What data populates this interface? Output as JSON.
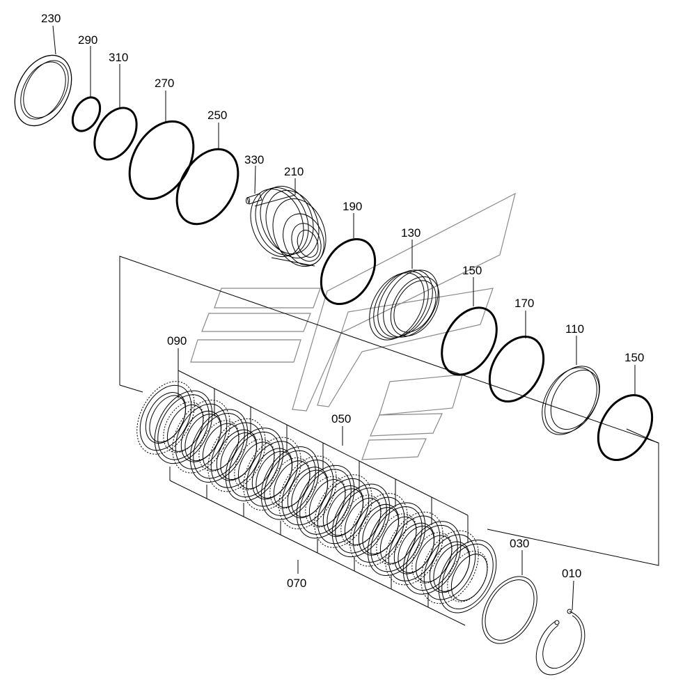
{
  "parts": [
    {
      "id": "p230",
      "label": "230"
    },
    {
      "id": "p290",
      "label": "290"
    },
    {
      "id": "p310",
      "label": "310"
    },
    {
      "id": "p270",
      "label": "270"
    },
    {
      "id": "p250",
      "label": "250"
    },
    {
      "id": "p330",
      "label": "330"
    },
    {
      "id": "p210",
      "label": "210"
    },
    {
      "id": "p190",
      "label": "190"
    },
    {
      "id": "p130",
      "label": "130"
    },
    {
      "id": "p150a",
      "label": "150"
    },
    {
      "id": "p170",
      "label": "170"
    },
    {
      "id": "p110",
      "label": "110"
    },
    {
      "id": "p150b",
      "label": "150"
    },
    {
      "id": "p090",
      "label": "090"
    },
    {
      "id": "p050",
      "label": "050"
    },
    {
      "id": "p070",
      "label": "070"
    },
    {
      "id": "p030",
      "label": "030"
    },
    {
      "id": "p010",
      "label": "010"
    }
  ]
}
